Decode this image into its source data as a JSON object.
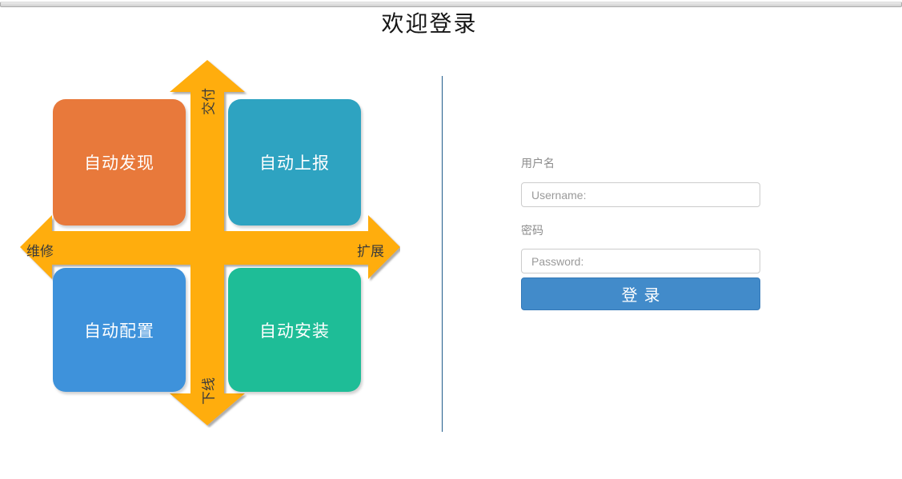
{
  "page": {
    "title": "欢迎登录"
  },
  "diagram": {
    "quadrants": [
      {
        "label": "自动发现",
        "color": "#E8793B",
        "position": "top-left"
      },
      {
        "label": "自动上报",
        "color": "#2EA3C1",
        "position": "top-right"
      },
      {
        "label": "自动配置",
        "color": "#3E92DB",
        "position": "bottom-left"
      },
      {
        "label": "自动安装",
        "color": "#1EBD97",
        "position": "bottom-right"
      }
    ],
    "axis_labels": {
      "top": "交付",
      "bottom": "下线",
      "left": "维修",
      "right": "扩展"
    },
    "arrow_color": "#FFAD0F"
  },
  "login": {
    "username_label": "用户名",
    "username_placeholder": "Username:",
    "password_label": "密码",
    "password_placeholder": "Password:",
    "submit_label": "登录",
    "button_color": "#428BCA",
    "divider_color": "#1F5C8B"
  }
}
